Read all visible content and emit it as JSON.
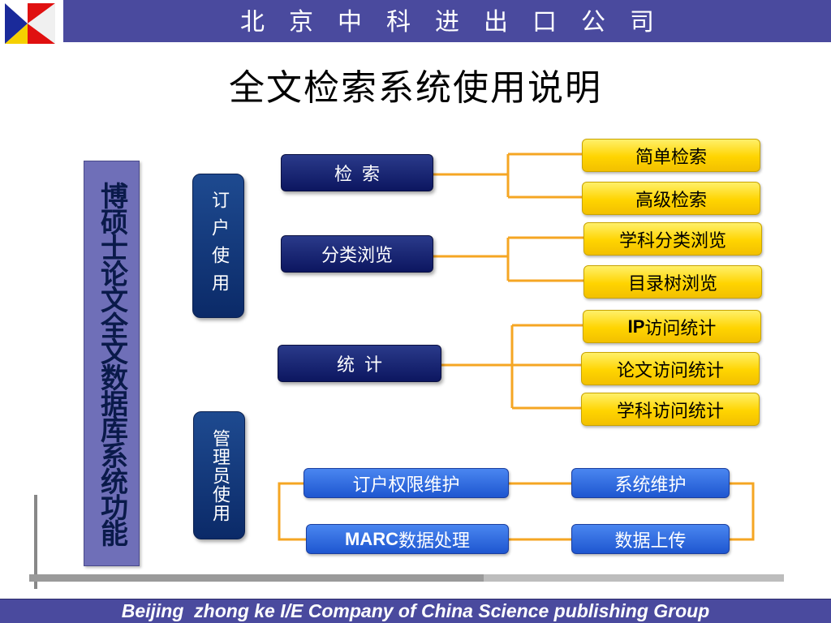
{
  "header": {
    "company_name": "北京中科进出口公司"
  },
  "title": "全文检索系统使用说明",
  "main_box": {
    "label": "博硕士论文全文数据库系统功能"
  },
  "groups": {
    "subscriber": "订户使用",
    "admin": "管理员使用"
  },
  "functions": {
    "search": "检索",
    "browse": "分类浏览",
    "stats": "统计"
  },
  "leaves": {
    "simple_search": "简单检索",
    "advanced_search": "高级检索",
    "subject_browse": "学科分类浏览",
    "catalog_tree_browse": "目录树浏览",
    "ip_stats_prefix": "IP",
    "ip_stats_suffix": "访问统计",
    "paper_stats": "论文访问统计",
    "subject_stats": "学科访问统计"
  },
  "admin_tasks": {
    "permission_maintenance": "订户权限维护",
    "marc_prefix": "MARC",
    "marc_suffix": "数据处理",
    "system_maintenance": "系统维护",
    "data_upload": "数据上传"
  },
  "footer": {
    "text": "Beijing  zhong ke I/E Company of China Science publishing Group"
  },
  "colors": {
    "band": "#4a4a9e",
    "navy": "#0c1660",
    "yellow": "#ffd400",
    "blue": "#1e56d0",
    "connector": "#f5a623"
  }
}
